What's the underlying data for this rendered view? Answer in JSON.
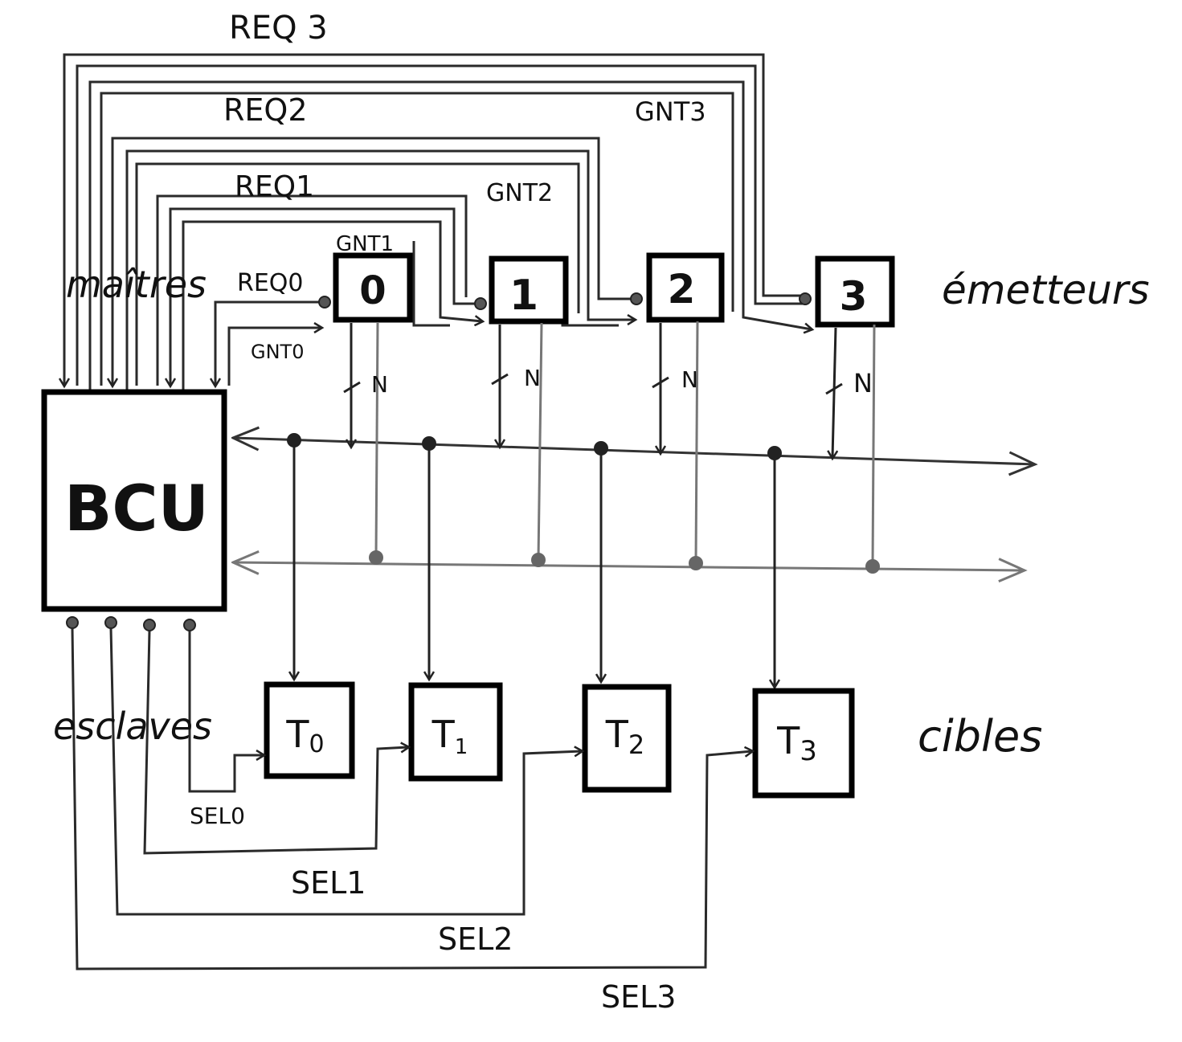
{
  "diagram": {
    "bcu_label": "BCU",
    "masters_side_label": "maîtres",
    "slaves_side_label": "esclaves",
    "emitters_label": "émetteurs",
    "targets_label": "cibles",
    "emitters": [
      "0",
      "1",
      "2",
      "3"
    ],
    "targets": [
      {
        "letter": "T",
        "index": "0"
      },
      {
        "letter": "T",
        "index": "1"
      },
      {
        "letter": "T",
        "index": "2"
      },
      {
        "letter": "T",
        "index": "3"
      }
    ],
    "request_signals": [
      "REQ0",
      "REQ1",
      "REQ2",
      "REQ 3"
    ],
    "grant_signals": [
      "GNT0",
      "GNT1",
      "GNT2",
      "GNT3"
    ],
    "select_signals": [
      "SEL0",
      "SEL1",
      "SEL2",
      "SEL3"
    ],
    "bus_width_labels": [
      "N",
      "N",
      "N",
      "N"
    ]
  }
}
